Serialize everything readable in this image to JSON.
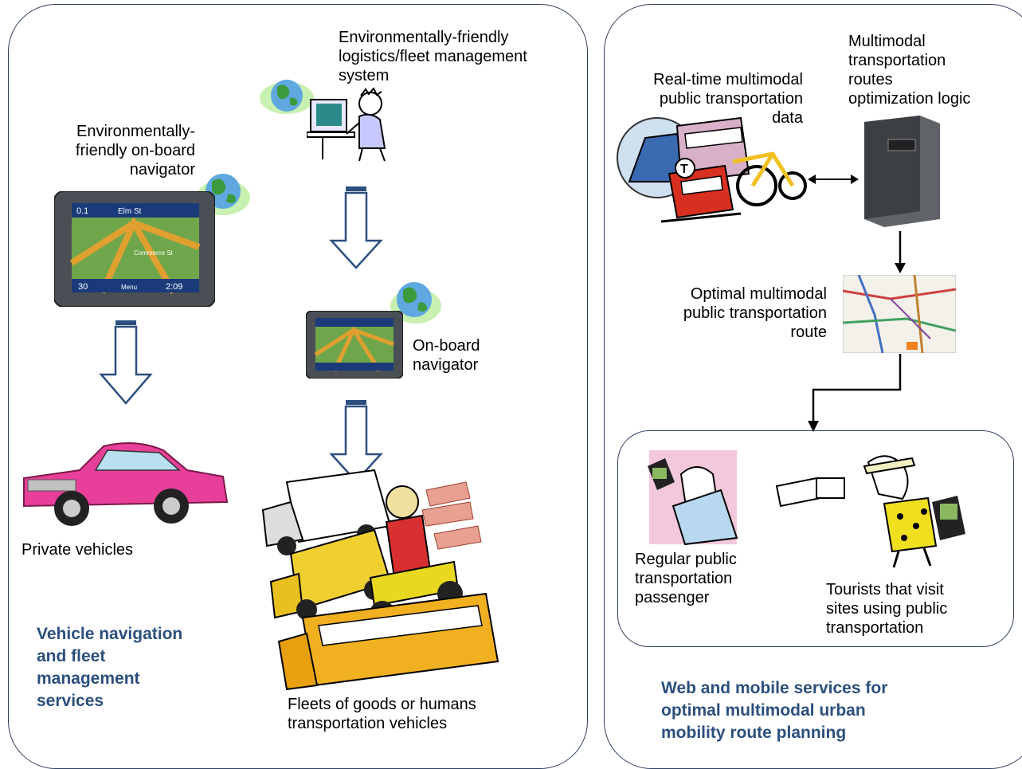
{
  "left_panel": {
    "heading": "Vehicle navigation\nand fleet\nmanagement\nservices",
    "fleet_system_label": "Environmentally-friendly\nlogistics/fleet management\nsystem",
    "eco_navigator_label": "Environmentally-\nfriendly on-board\nnavigator",
    "onboard_navigator_label": "On-board\nnavigator",
    "private_vehicles_label": "Private vehicles",
    "fleets_label": "Fleets of goods or humans\ntransportation vehicles",
    "gps_screen": {
      "distance": "0.1",
      "street": "Elm St",
      "cross_street": "Commerce St",
      "speed": "30",
      "time": "2:09",
      "menu": "Menu"
    }
  },
  "right_panel": {
    "heading": "Web and mobile services for\noptimal multimodal urban\nmobility route planning",
    "realtime_label": "Real-time multimodal\npublic transportation\ndata",
    "optimization_label": "Multimodal\ntransportation\nroutes\noptimization logic",
    "optimal_route_label": "Optimal  multimodal\npublic transportation\nroute",
    "passenger_label": "Regular public\ntransportation\npassenger",
    "tourists_label": "Tourists that visit\nsites using public\ntransportation",
    "transit_badge": "T"
  },
  "colors": {
    "heading": "#2b4f7e",
    "panel_border": "#2f3f5f",
    "arrow_stroke": "#2b4f7e"
  }
}
